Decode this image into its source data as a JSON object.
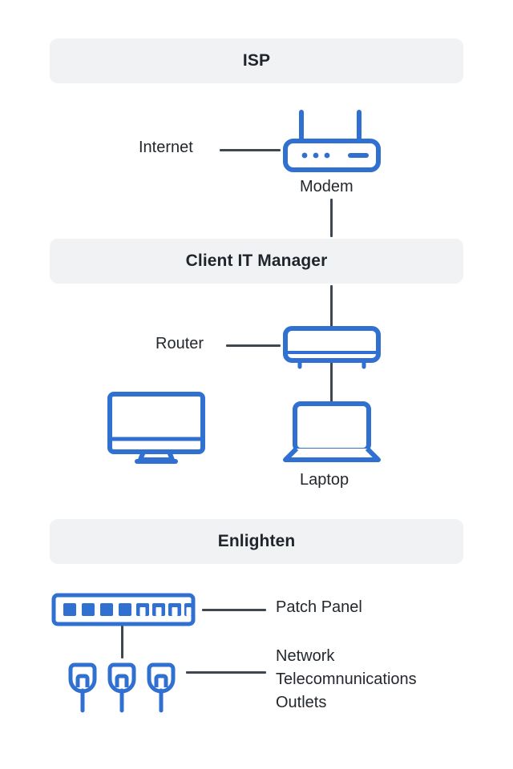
{
  "diagram": {
    "title": "Network topology diagram",
    "colors": {
      "icon_blue": "#3070d0",
      "band_background": "#f0f2f4",
      "band_text": "#1f252b",
      "label_text": "#23282e",
      "connector_gray": "#3f4750",
      "page_background": "#ffffff"
    },
    "bands": [
      {
        "id": "isp",
        "label": "ISP"
      },
      {
        "id": "client-it-manager",
        "label": "Client IT Manager"
      },
      {
        "id": "enlighten",
        "label": "Enlighten"
      }
    ],
    "nodes": [
      {
        "id": "modem",
        "label": "Modem",
        "icon": "modem-icon"
      },
      {
        "id": "router",
        "label": "Router",
        "icon": "router-icon"
      },
      {
        "id": "monitor",
        "label": "",
        "icon": "desktop-monitor-icon"
      },
      {
        "id": "laptop",
        "label": "Laptop",
        "icon": "laptop-icon"
      },
      {
        "id": "patch-panel",
        "label": "Patch Panel",
        "icon": "patch-panel-icon"
      },
      {
        "id": "outlets",
        "label": "Network Telecomnunications Outlets",
        "icon": "network-outlet-icon"
      }
    ],
    "labels": {
      "internet": "Internet",
      "modem": "Modem",
      "router": "Router",
      "laptop": "Laptop",
      "patch_panel": "Patch Panel",
      "outlets_line1": "Network",
      "outlets_line2": "Telecomnunications",
      "outlets_line3": "Outlets"
    },
    "patch_panel": {
      "solid_ports": 4,
      "keyed_ports": 4
    },
    "outlets": {
      "count": 3
    }
  }
}
